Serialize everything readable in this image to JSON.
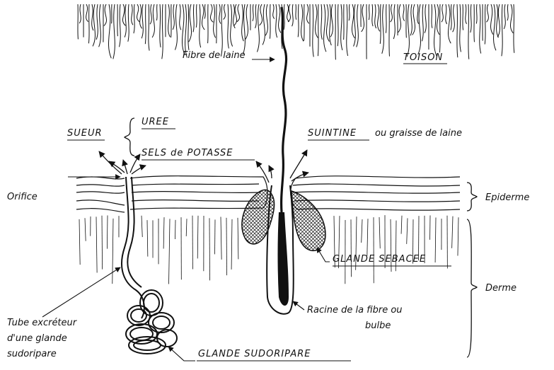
{
  "labels": {
    "fibre_de_laine": "Fibre de laine",
    "toison": "TOISON",
    "sueur": "SUEUR",
    "uree": "UREE",
    "sels_de_potasse": "SELS de POTASSE",
    "suintine": "SUINTINE",
    "suintine_suffix": "ou graisse de laine",
    "orifice": "Orifice",
    "epiderme": "Epiderme",
    "glande_sebacee": "GLANDE SEBACEE",
    "derme": "Derme",
    "tube_line1": "Tube excréteur",
    "tube_line2": "d'une glande",
    "tube_line3": "sudoripare",
    "racine_line1": "Racine de la fibre ou",
    "racine_line2": "bulbe",
    "glande_sudoripare": "GLANDE SUDORIPARE"
  }
}
